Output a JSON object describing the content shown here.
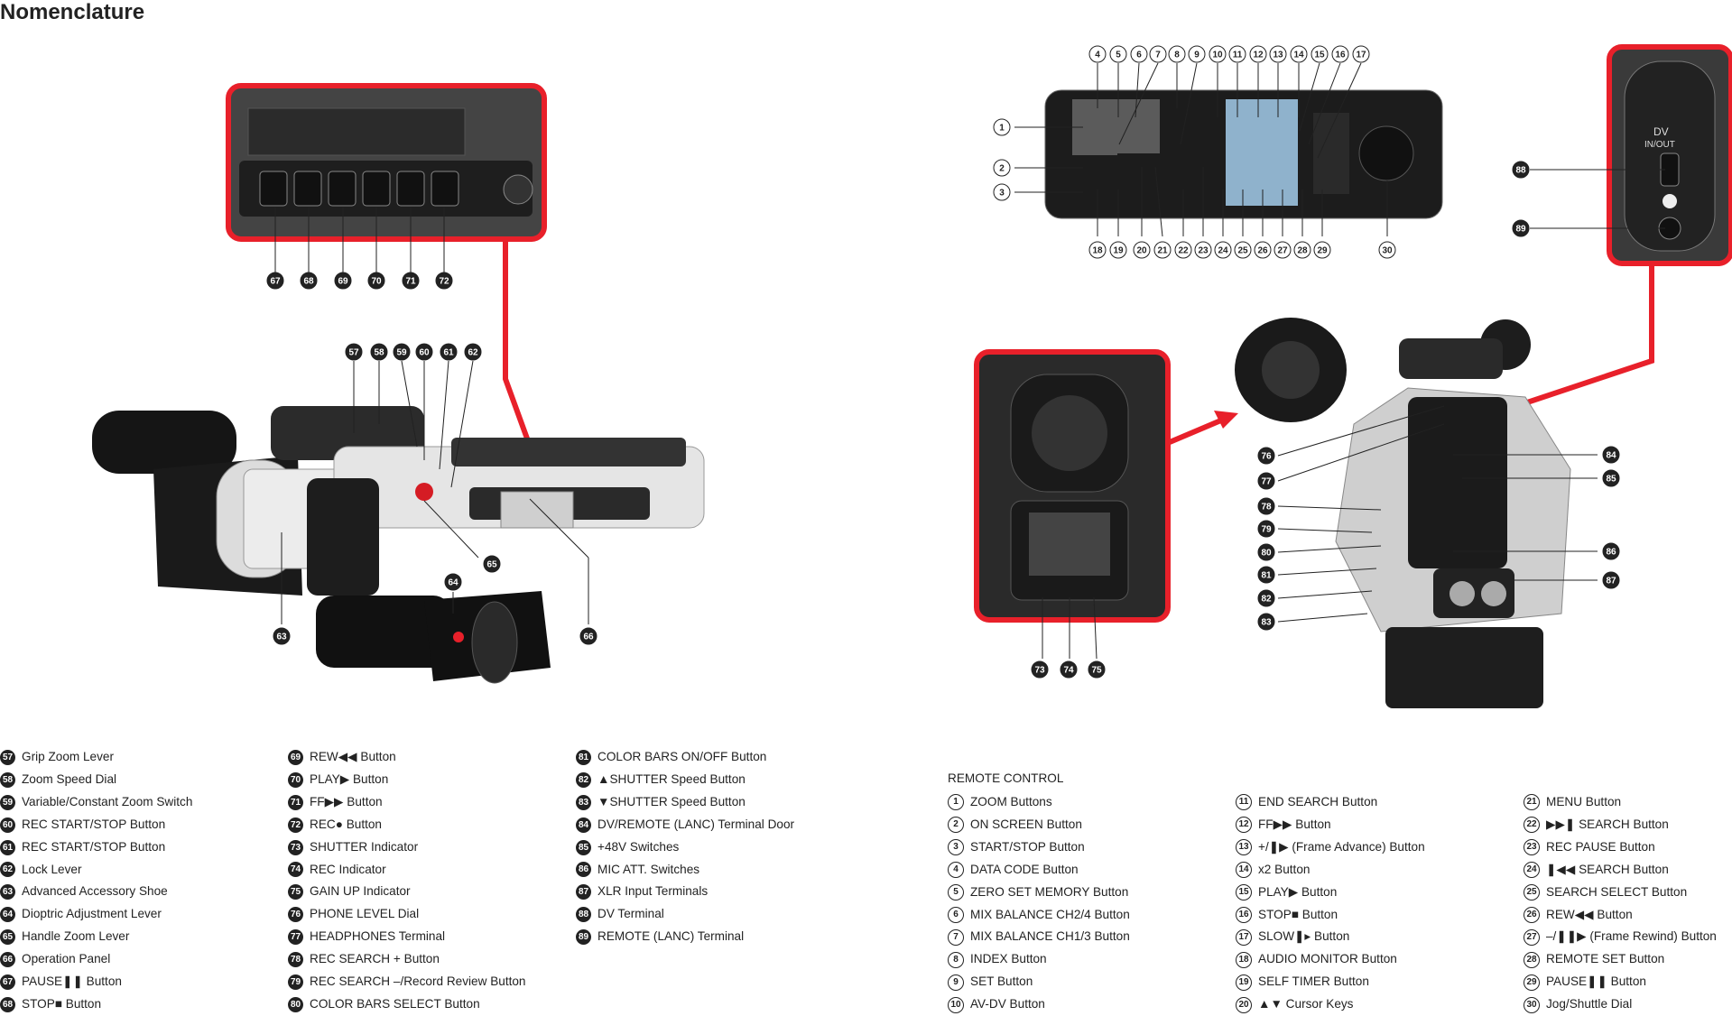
{
  "title": "Nomenclature",
  "camera_callouts": [
    "67",
    "68",
    "69",
    "70",
    "71",
    "72",
    "57",
    "58",
    "59",
    "60",
    "61",
    "62",
    "64",
    "65",
    "63",
    "66"
  ],
  "remote_callouts": [
    "1",
    "2",
    "3",
    "4",
    "5",
    "6",
    "7",
    "8",
    "9",
    "10",
    "11",
    "12",
    "13",
    "14",
    "15",
    "16",
    "17",
    "18",
    "19",
    "20",
    "21",
    "22",
    "23",
    "24",
    "25",
    "26",
    "27",
    "28",
    "29",
    "30"
  ],
  "rear_callouts": [
    "73",
    "74",
    "75",
    "76",
    "77",
    "78",
    "79",
    "80",
    "81",
    "82",
    "83",
    "84",
    "85",
    "86",
    "87",
    "88",
    "89"
  ],
  "remote_label_text": "DV IN/OUT",
  "legend_col1": [
    {
      "n": "57",
      "t": "Grip Zoom Lever"
    },
    {
      "n": "58",
      "t": "Zoom Speed Dial"
    },
    {
      "n": "59",
      "t": "Variable/Constant Zoom Switch"
    },
    {
      "n": "60",
      "t": "REC START/STOP Button"
    },
    {
      "n": "61",
      "t": "REC START/STOP Button"
    },
    {
      "n": "62",
      "t": "Lock Lever"
    },
    {
      "n": "63",
      "t": "Advanced Accessory Shoe"
    },
    {
      "n": "64",
      "t": "Dioptric Adjustment Lever"
    },
    {
      "n": "65",
      "t": "Handle Zoom Lever"
    },
    {
      "n": "66",
      "t": "Operation Panel"
    },
    {
      "n": "67",
      "t": "PAUSE❚❚ Button"
    },
    {
      "n": "68",
      "t": "STOP■ Button"
    }
  ],
  "legend_col2": [
    {
      "n": "69",
      "t": "REW◀◀ Button"
    },
    {
      "n": "70",
      "t": "PLAY▶ Button"
    },
    {
      "n": "71",
      "t": "FF▶▶ Button"
    },
    {
      "n": "72",
      "t": "REC● Button"
    },
    {
      "n": "73",
      "t": "SHUTTER Indicator"
    },
    {
      "n": "74",
      "t": "REC Indicator"
    },
    {
      "n": "75",
      "t": "GAIN UP Indicator"
    },
    {
      "n": "76",
      "t": "PHONE LEVEL Dial"
    },
    {
      "n": "77",
      "t": "HEADPHONES Terminal"
    },
    {
      "n": "78",
      "t": "REC SEARCH + Button"
    },
    {
      "n": "79",
      "t": "REC SEARCH –/Record Review Button"
    },
    {
      "n": "80",
      "t": "COLOR BARS SELECT Button"
    }
  ],
  "legend_col3": [
    {
      "n": "81",
      "t": "COLOR BARS ON/OFF Button"
    },
    {
      "n": "82",
      "t": "▲SHUTTER Speed Button"
    },
    {
      "n": "83",
      "t": "▼SHUTTER Speed Button"
    },
    {
      "n": "84",
      "t": "DV/REMOTE (LANC) Terminal Door"
    },
    {
      "n": "85",
      "t": "+48V Switches"
    },
    {
      "n": "86",
      "t": "MIC ATT. Switches"
    },
    {
      "n": "87",
      "t": "XLR Input Terminals"
    },
    {
      "n": "88",
      "t": "DV Terminal"
    },
    {
      "n": "89",
      "t": "REMOTE (LANC) Terminal"
    }
  ],
  "remote_heading": "REMOTE CONTROL",
  "legend_col4": [
    {
      "n": "1",
      "t": "ZOOM Buttons"
    },
    {
      "n": "2",
      "t": "ON SCREEN Button"
    },
    {
      "n": "3",
      "t": "START/STOP Button"
    },
    {
      "n": "4",
      "t": "DATA CODE Button"
    },
    {
      "n": "5",
      "t": "ZERO SET MEMORY Button"
    },
    {
      "n": "6",
      "t": "MIX BALANCE CH2/4 Button"
    },
    {
      "n": "7",
      "t": "MIX BALANCE CH1/3 Button"
    },
    {
      "n": "8",
      "t": "INDEX Button"
    },
    {
      "n": "9",
      "t": "SET Button"
    },
    {
      "n": "10",
      "t": "AV-DV Button"
    }
  ],
  "legend_col5": [
    {
      "n": "11",
      "t": "END SEARCH Button"
    },
    {
      "n": "12",
      "t": "FF▶▶ Button"
    },
    {
      "n": "13",
      "t": "+/❚▶ (Frame Advance) Button"
    },
    {
      "n": "14",
      "t": "x2 Button"
    },
    {
      "n": "15",
      "t": "PLAY▶ Button"
    },
    {
      "n": "16",
      "t": "STOP■ Button"
    },
    {
      "n": "17",
      "t": "SLOW❚▸ Button"
    },
    {
      "n": "18",
      "t": "AUDIO MONITOR Button"
    },
    {
      "n": "19",
      "t": "SELF TIMER Button"
    },
    {
      "n": "20",
      "t": "▲▼ Cursor Keys"
    }
  ],
  "legend_col6": [
    {
      "n": "21",
      "t": "MENU Button"
    },
    {
      "n": "22",
      "t": "▶▶❚ SEARCH Button"
    },
    {
      "n": "23",
      "t": "REC PAUSE Button"
    },
    {
      "n": "24",
      "t": "❚◀◀ SEARCH Button"
    },
    {
      "n": "25",
      "t": "SEARCH SELECT Button"
    },
    {
      "n": "26",
      "t": "REW◀◀ Button"
    },
    {
      "n": "27",
      "t": "–/❚❚▶ (Frame Rewind) Button"
    },
    {
      "n": "28",
      "t": "REMOTE SET Button"
    },
    {
      "n": "29",
      "t": "PAUSE❚❚ Button"
    },
    {
      "n": "30",
      "t": "Jog/Shuttle Dial"
    }
  ]
}
